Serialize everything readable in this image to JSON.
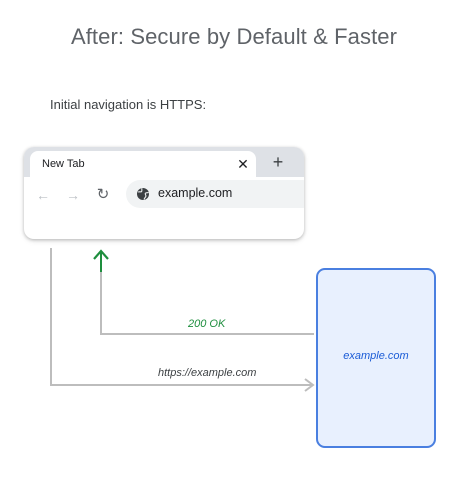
{
  "title": "After: Secure by Default & Faster",
  "subtitle": "Initial navigation is HTTPS:",
  "browser": {
    "tab_title": "New Tab",
    "close_glyph": "✕",
    "new_tab_glyph": "+",
    "back_glyph": "←",
    "forward_glyph": "→",
    "reload_glyph": "↻",
    "url": "example.com"
  },
  "server": {
    "label": "example.com"
  },
  "request": {
    "label": "https://example.com"
  },
  "response": {
    "label": "200 OK"
  },
  "colors": {
    "response_arrow": "#1e8e3e",
    "connector": "#bdbdbd",
    "server_border": "#4a7fe0",
    "server_fill": "#e8f0fe"
  },
  "icons": [
    "close-icon",
    "new-tab-icon",
    "back-icon",
    "forward-icon",
    "reload-icon",
    "globe-icon"
  ]
}
